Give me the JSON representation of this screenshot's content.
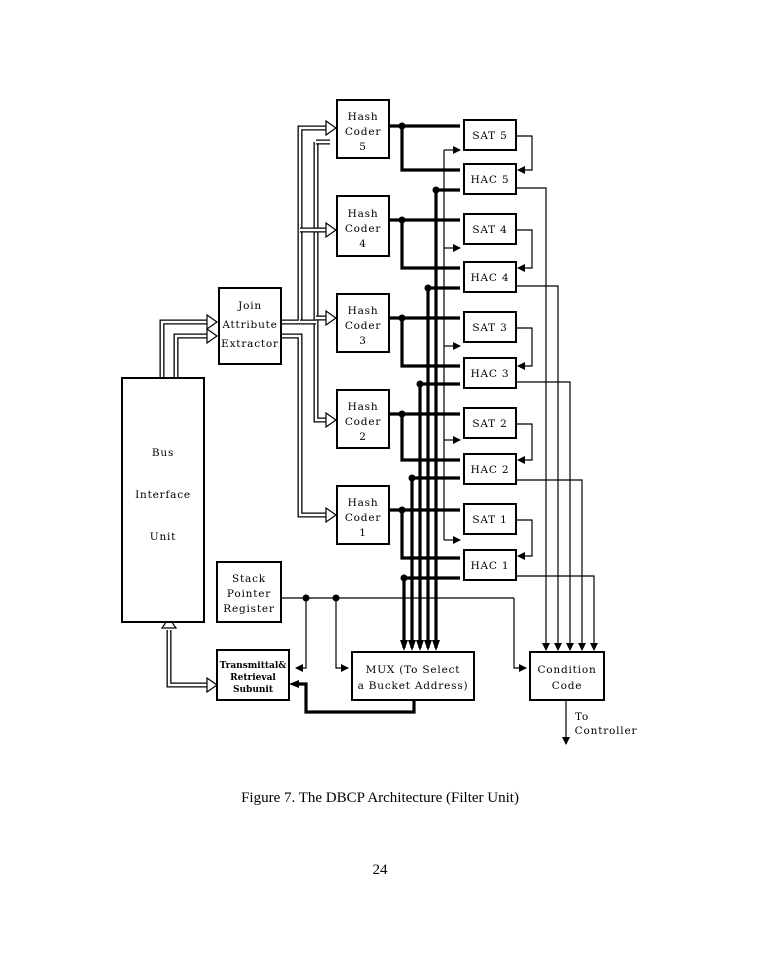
{
  "diagram": {
    "blocks": {
      "bus_interface_unit": [
        "Bus",
        "Interface",
        "Unit"
      ],
      "join_attribute_extractor": [
        "Join",
        "Attribute",
        "Extractor"
      ],
      "hash_coders": [
        [
          "Hash",
          "Coder",
          "5"
        ],
        [
          "Hash",
          "Coder",
          "4"
        ],
        [
          "Hash",
          "Coder",
          "3"
        ],
        [
          "Hash",
          "Coder",
          "2"
        ],
        [
          "Hash",
          "Coder",
          "1"
        ]
      ],
      "sat_units": [
        "SAT 5",
        "SAT 4",
        "SAT 3",
        "SAT 2",
        "SAT 1"
      ],
      "hac_units": [
        "HAC 5",
        "HAC 4",
        "HAC 3",
        "HAC 2",
        "HAC 1"
      ],
      "stack_pointer_register": [
        "Stack",
        "Pointer",
        "Register"
      ],
      "transmittal_retrieval_subunit": [
        "Transmittal&",
        "Retrieval",
        "Subunit"
      ],
      "mux": [
        "MUX (To Select",
        "a Bucket Address)"
      ],
      "condition_code": [
        "Condition",
        "Code"
      ],
      "to_controller": [
        "To",
        "Controller"
      ]
    }
  },
  "caption": "Figure 7. The DBCP Architecture (Filter Unit)",
  "page_number": "24"
}
